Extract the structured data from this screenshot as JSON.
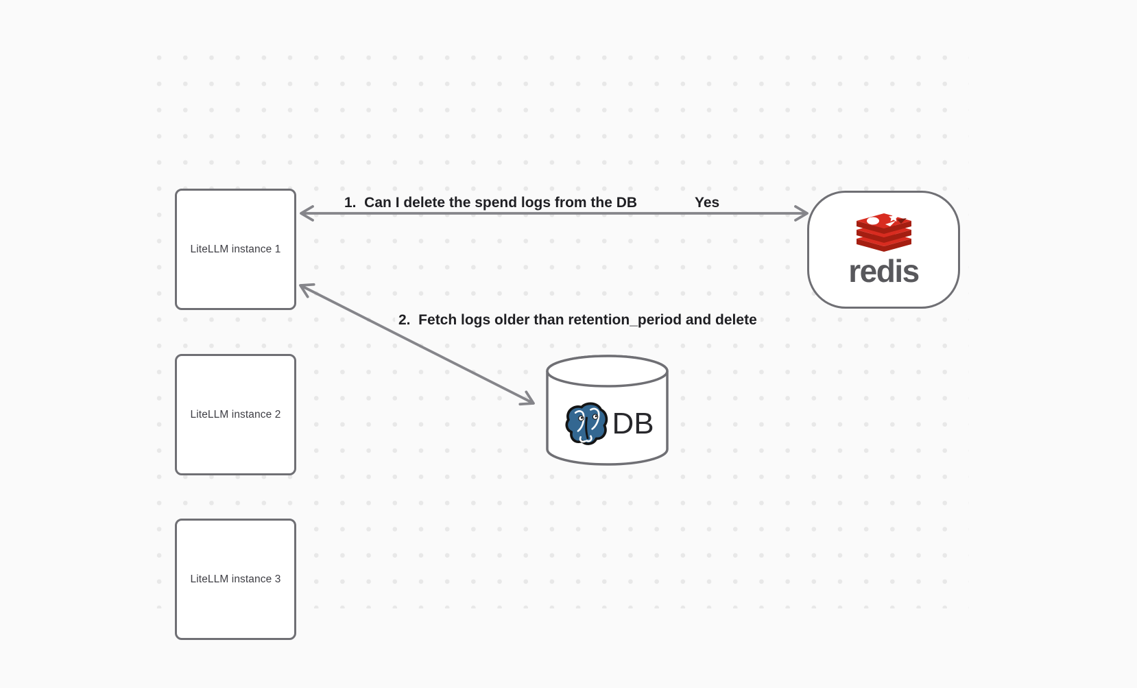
{
  "canvas": {
    "background_color": "#fafafa",
    "dot_color": "#e8e8e8",
    "node_border_color": "#6f6f74",
    "arrow_color": "#85858a",
    "label_color": "#1f1f23"
  },
  "nodes": {
    "instances": [
      {
        "label": "LiteLLM instance 1"
      },
      {
        "label": "LiteLLM instance 2"
      },
      {
        "label": "LiteLLM instance 3"
      }
    ],
    "redis": {
      "wordmark": "redis",
      "logo_icon": "redis-stacked-boxes-logo",
      "logo_red": "#d82c20",
      "logo_dark_red": "#a41e11"
    },
    "db": {
      "label": "DB",
      "logo_icon": "postgresql-elephant-logo",
      "logo_blue": "#336791"
    }
  },
  "edges": {
    "spend_log_check": {
      "label": "1.  Can I delete the spend logs from the DB",
      "response": "Yes"
    },
    "fetch_and_delete": {
      "label": "2.  Fetch logs older than retention_period and delete"
    }
  }
}
